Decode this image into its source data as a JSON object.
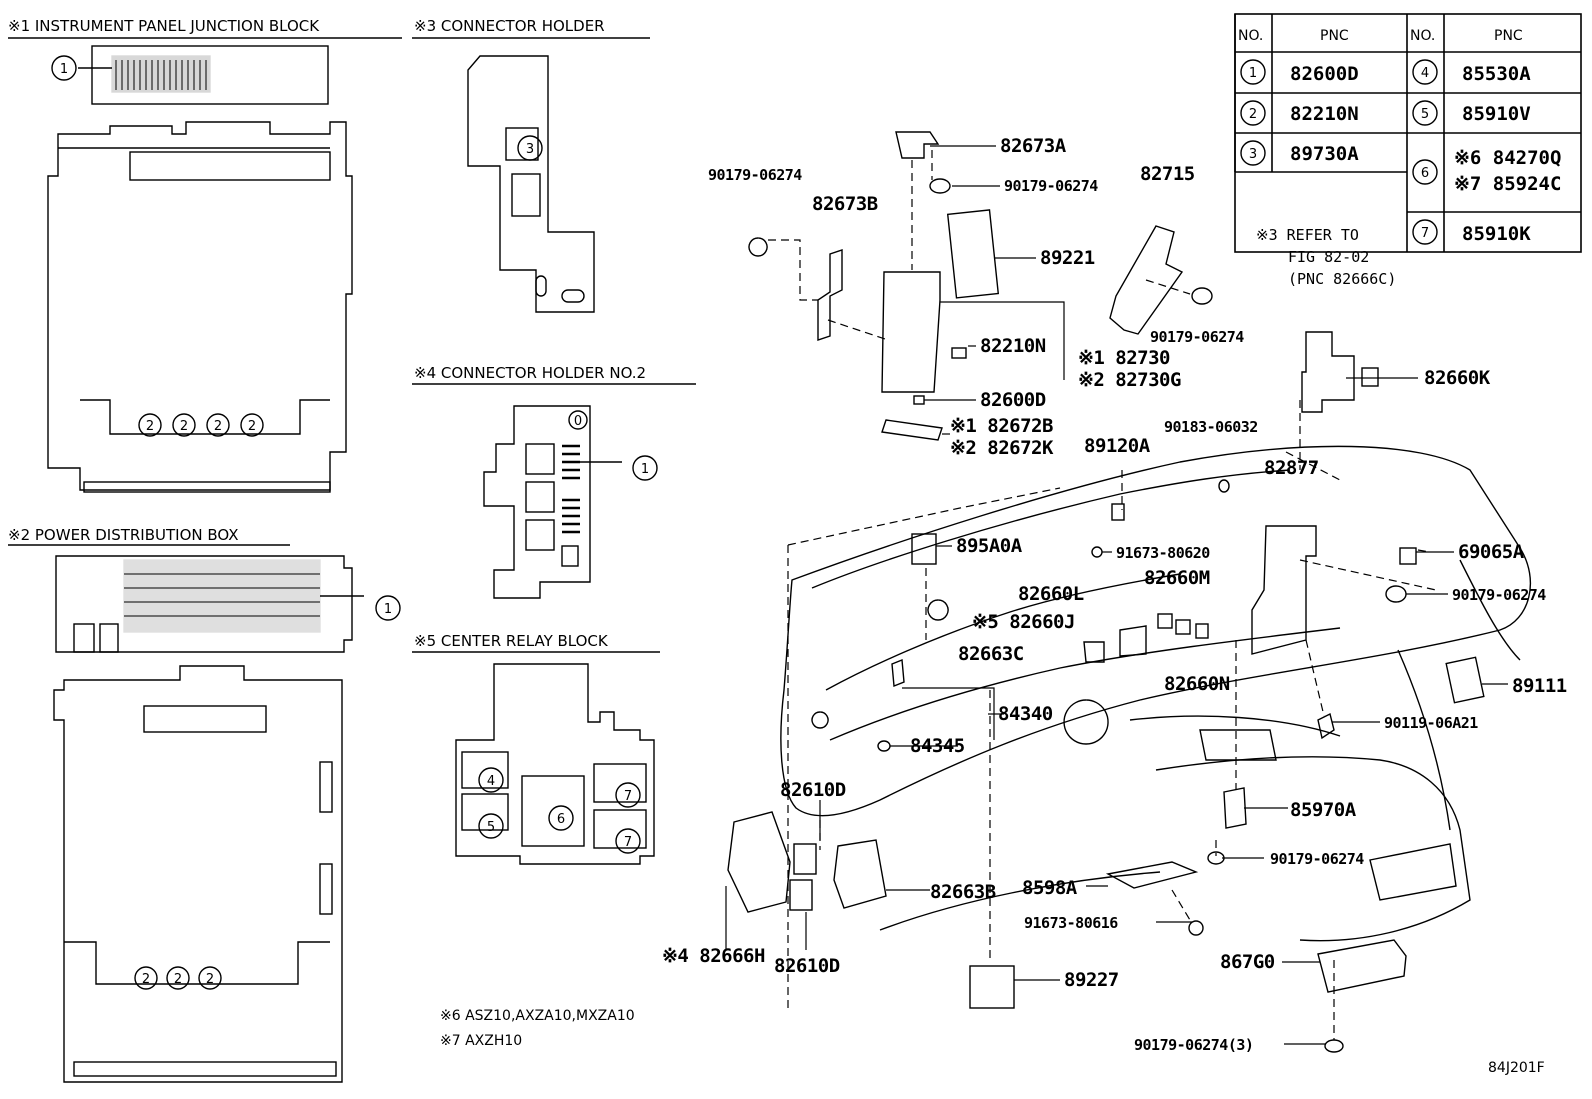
{
  "sections": {
    "s1": "※1 INSTRUMENT PANEL JUNCTION BLOCK",
    "s2": "※2 POWER DISTRIBUTION BOX",
    "s3": "※3 CONNECTOR HOLDER",
    "s4": "※4 CONNECTOR HOLDER NO.2",
    "s5": "※5 CENTER RELAY BLOCK"
  },
  "table": {
    "h_no": "NO.",
    "h_pnc": "PNC",
    "rows_left": [
      {
        "no": "1",
        "pnc": "82600D"
      },
      {
        "no": "2",
        "pnc": "82210N"
      },
      {
        "no": "3",
        "pnc": "89730A"
      }
    ],
    "rows_right": [
      {
        "no": "4",
        "pnc": "85530A"
      },
      {
        "no": "5",
        "pnc": "85910V"
      },
      {
        "no": "6",
        "pnc_a": "※6 84270Q",
        "pnc_b": "※7 85924C"
      },
      {
        "no": "7",
        "pnc": "85910K"
      }
    ]
  },
  "refer": {
    "line1": "※3 REFER TO",
    "line2": "FIG 82-02",
    "line3": "(PNC 82666C)"
  },
  "labels": {
    "l_82673A": "82673A",
    "l_90179_a": "90179-06274",
    "l_90179_b": "90179-06274",
    "l_82673B": "82673B",
    "l_82715": "82715",
    "l_89221": "89221",
    "l_90179_c": "90179-06274",
    "l_82210N": "82210N",
    "l_82730": "※1 82730",
    "l_82730G": "※2 82730G",
    "l_82600D": "82600D",
    "l_82672B": "※1 82672B",
    "l_82672K": "※2 82672K",
    "l_82660K": "82660K",
    "l_90183": "90183-06032",
    "l_89120A": "89120A",
    "l_82877": "82877",
    "l_895A0A": "895A0A",
    "l_91673_a": "91673-80620",
    "l_69065A": "69065A",
    "l_90179_d": "90179-06274",
    "l_82660L": "82660L",
    "l_82660M": "82660M",
    "l_82660J": "※5 82660J",
    "l_82663C": "82663C",
    "l_82660N": "82660N",
    "l_89111": "89111",
    "l_84340": "84340",
    "l_84345": "84345",
    "l_90119": "90119-06A21",
    "l_82610D_a": "82610D",
    "l_85970A": "85970A",
    "l_90179_e": "90179-06274",
    "l_82663B": "82663B",
    "l_8598A": "8598A",
    "l_91673_b": "91673-80616",
    "l_82666H": "※4 82666H",
    "l_82610D_b": "82610D",
    "l_89227": "89227",
    "l_867G0": "867G0",
    "l_90179_f": "90179-06274(3)"
  },
  "notes": {
    "n6": "※6 ASZ10,AXZA10,MXZA10",
    "n7": "※7 AXZH10"
  },
  "figure_id": "84J201F",
  "callouts": {
    "c1": "1",
    "c2": "2",
    "c3": "3",
    "c4": "4",
    "c5": "5",
    "c6": "6",
    "c7": "7",
    "c0": "0"
  }
}
